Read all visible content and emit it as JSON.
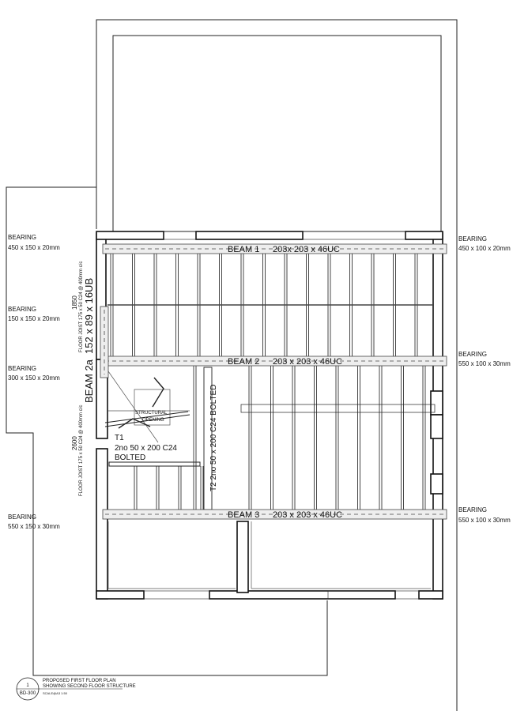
{
  "drawing": {
    "beams": [
      {
        "name": "BEAM 1",
        "size": "203x 203 x 46UC"
      },
      {
        "name": "BEAM 2",
        "size": "203 x 203 x 46UC"
      },
      {
        "name": "BEAM 3",
        "size": "203 x 203 x 46UC"
      }
    ],
    "beam_2a": {
      "name": "BEAM 2a",
      "size": "152 x 89 x 16UB"
    },
    "bearings_left": [
      {
        "label": "BEARING",
        "size": "450 x 150 x 20mm"
      },
      {
        "label": "BEARING",
        "size": "150 x 150 x 20mm"
      },
      {
        "label": "BEARING",
        "size": "300 x 150 x 20mm"
      },
      {
        "label": "BEARING",
        "size": "550 x 150 x 30mm"
      }
    ],
    "bearings_right": [
      {
        "label": "BEARING",
        "size": "450 x 100 x 20mm"
      },
      {
        "label": "BEARING",
        "size": "550 x 100 x 30mm"
      },
      {
        "label": "BEARING",
        "size": "550 x 100 x 30mm"
      }
    ],
    "joists": [
      {
        "span": "1850",
        "label": "FLOOR JOIST   175 x 50 C24 @ 400mm c/c"
      },
      {
        "span": "2600",
        "label": "FLOOR JOIST   175 x 50 C24 @ 400mm c/c"
      }
    ],
    "opening": {
      "line1": "STRUCTURAL",
      "line2": "OPENING"
    },
    "t1": {
      "id": "T1",
      "spec": "2no 50 x 200 C24",
      "fix": "BOLTED"
    },
    "t2": {
      "text": "T2    2no 50 x 200 C24   BOLTED"
    }
  },
  "title_block": {
    "number": "1",
    "sheet": "BD-300",
    "title": "PROPOSED FIRST FLOOR PLAN",
    "subtitle": "SHOWING SECOND FLOOR STRUCTURE",
    "scale": "SCALE@A3  1:50"
  }
}
